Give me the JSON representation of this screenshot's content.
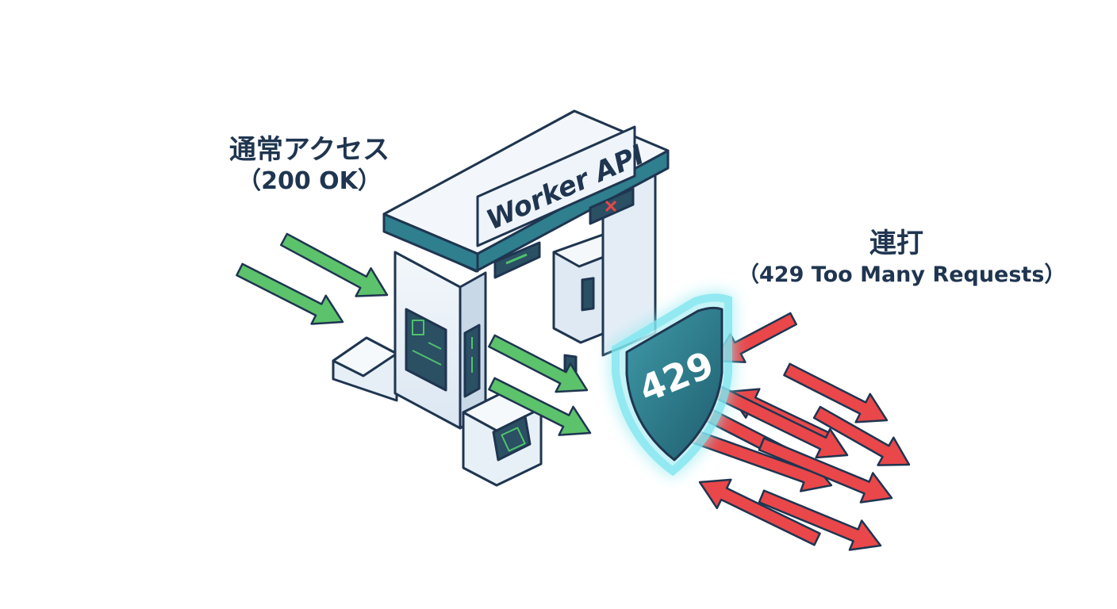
{
  "normal_access": {
    "title": "通常アクセス",
    "status": "（200 OK）"
  },
  "rapid_access": {
    "title": "連打",
    "status": "（429 Too Many Requests）"
  },
  "gate": {
    "sign_label": "Worker API"
  },
  "shield": {
    "code": "429"
  },
  "icons": {
    "gate": "ticket-gate-icon",
    "shield": "shield-icon",
    "block": "x-mark-icon"
  },
  "colors": {
    "ok_arrow": "#5cc26b",
    "blocked_arrow": "#e9474a",
    "outline": "#1f3550",
    "gate_teal": "#2f7f8e",
    "shield_glow": "#7fe6ef"
  }
}
